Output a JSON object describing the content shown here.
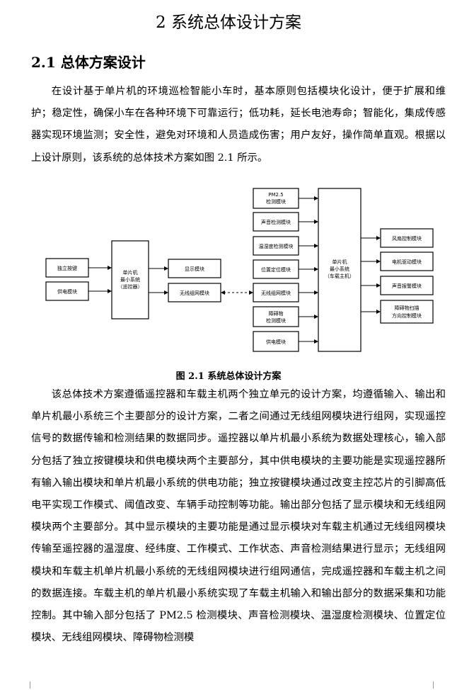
{
  "chapter_title": "2 系统总体设计方案",
  "section_title": "2.1 总体方案设计",
  "paragraph_1": "在设计基于单片机的环境巡检智能小车时，基本原则包括模块化设计，便于扩展和维护；稳定性，确保小车在各种环境下可靠运行；低功耗，延长电池寿命；智能化，集成传感器实现环境监测；安全性，避免对环境和人员造成伤害；用户友好，操作简单直观。根据以上设计原则，该系统的总体技术方案如图 2.1 所示。",
  "figure": {
    "caption": "图 2.1  系统总体设计方案",
    "blocks": {
      "key": "独立按键",
      "power_left": "供电模块",
      "mcu_left": [
        "单片机",
        "最小系统",
        "（遥控器）"
      ],
      "display": "显示模块",
      "wireless_left": "无线组网模块",
      "pm25": [
        "PM2.5",
        "检测模块"
      ],
      "sound": "声音检测模块",
      "temp": "温湿度检测模块",
      "position": "位置定位模块",
      "wireless_right": "无线组网模块",
      "obstacle": [
        "障碍物",
        "检测模块"
      ],
      "power_right": "供电模块",
      "mcu_right": [
        "单片机",
        "最小系统",
        "（车载主机）"
      ],
      "fan": "风扇控制模块",
      "motor": "电机驱动模块",
      "alarm": "声音报警模块",
      "scan": [
        "障碍物扫描",
        "方向控制模块"
      ]
    }
  },
  "paragraph_2": "该总体技术方案遵循遥控器和车载主机两个独立单元的设计方案，均遵循输入、输出和单片机最小系统三个主要部分的设计方案，二者之间通过无线组网模块进行组网，实现遥控信号的数据传输和检测结果的数据同步。遥控器以单片机最小系统为数据处理核心，输入部分包括了独立按键模块和供电模块两个主要部分，其中供电模块的主要功能是实现遥控器所有输入输出模块和单片机最小系统的供电功能；独立按键模块通过改变主控芯片的引脚高低电平实现工作模式、阈值改变、车辆手动控制等功能。输出部分包括了显示模块和无线组网模块两个主要部分。其中显示模块的主要功能是通过显示模块对车载主机通过无线组网模块传输至遥控器的温湿度、经纬度、工作模式、工作状态、声音检测结果进行显示；无线组网模块和车载主机单片机最小系统的无线组网模块进行组网通信，完成遥控器和车载主机之间的数据连接。车载主机的单片机最小系统实现了车载主机输入和输出部分的数据采集和功能控制。其中输入部分包括了 PM2.5 检测模块、声音检测模块、温湿度检测模块、位置定位模块、无线组网模块、障碍物检测模"
}
